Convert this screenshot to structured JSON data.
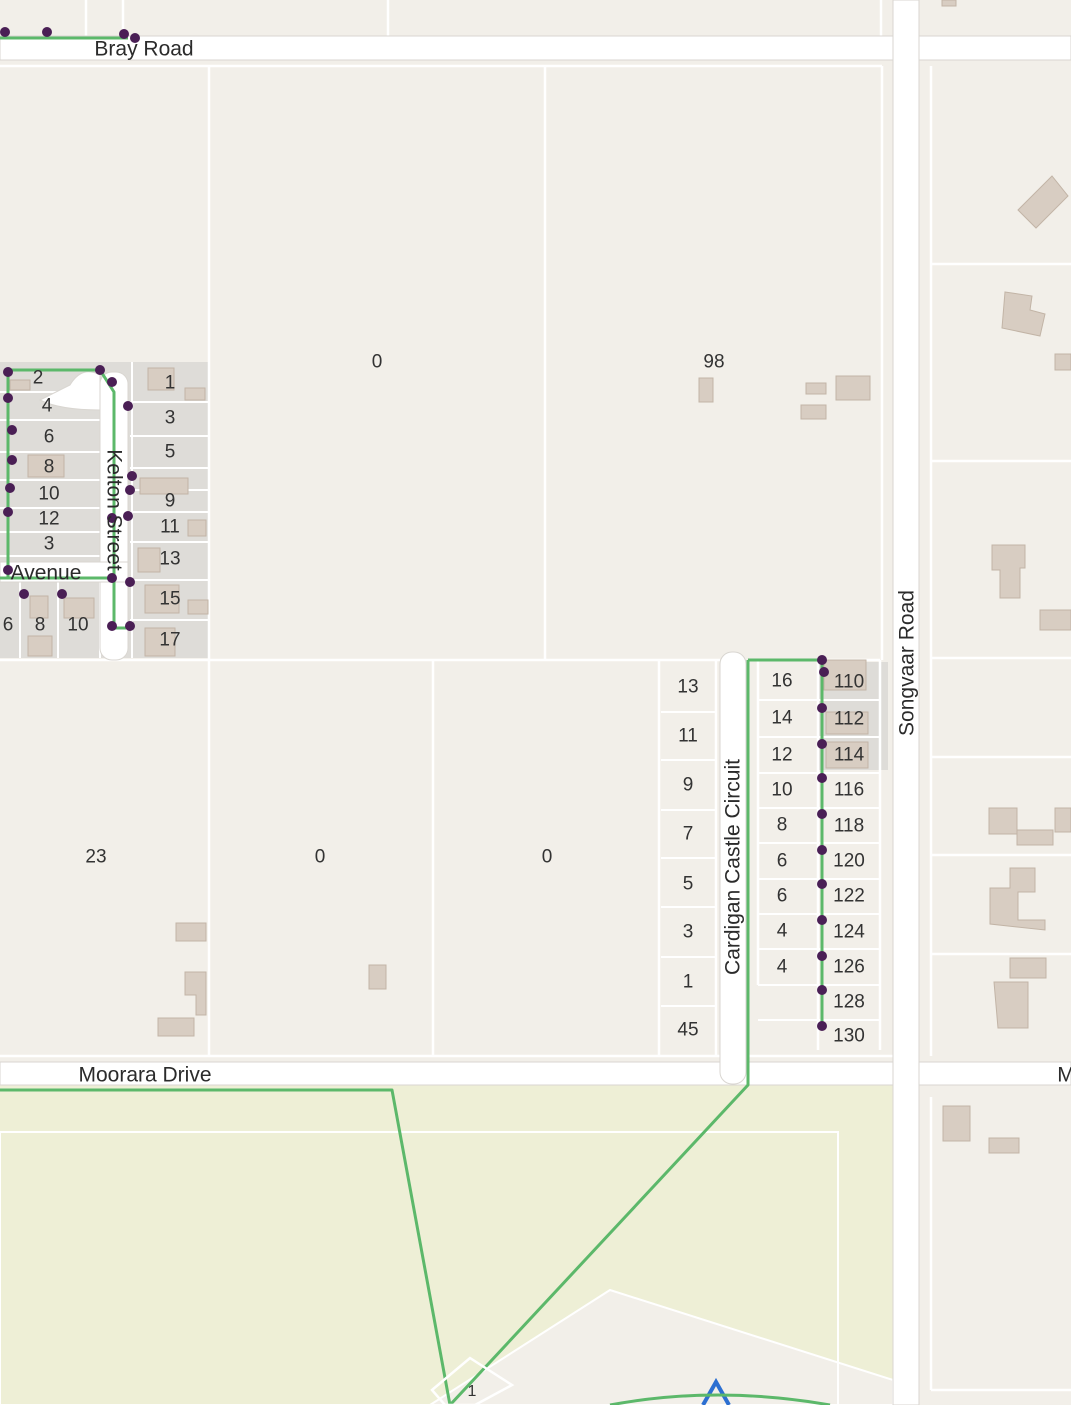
{
  "roads": {
    "bray": "Bray Road",
    "moorara": "Moorara Drive",
    "songvaar": "Songvaar Road",
    "cardigan": "Cardigan Castle Circuit",
    "kelton": "Kelton Street",
    "avenue": "Avenue",
    "edge_m": "M"
  },
  "lots": {
    "big_0a": "0",
    "big_98": "98",
    "big_23": "23",
    "big_0b": "0",
    "big_0c": "0",
    "kelton_west": [
      "2",
      "4",
      "6",
      "8",
      "10",
      "12",
      "3"
    ],
    "kelton_east": [
      "1",
      "3",
      "5",
      "9",
      "11",
      "13",
      "15",
      "17"
    ],
    "avenue_south": [
      "6",
      "8",
      "10"
    ],
    "cardigan_west": [
      "13",
      "11",
      "9",
      "7",
      "5",
      "3",
      "1",
      "45"
    ],
    "cardigan_east": [
      "16",
      "14",
      "12",
      "10",
      "8",
      "6",
      "6",
      "4",
      "4"
    ],
    "songvaar_west": [
      "110",
      "112",
      "114",
      "116",
      "118",
      "120",
      "122",
      "124",
      "126",
      "128",
      "130"
    ],
    "park_lot": "1"
  },
  "colors": {
    "land": "#f2efe9",
    "road": "#ffffff",
    "lot_line": "#ffffff",
    "building": "#d8cdc2",
    "building_edge": "#c2b4a6",
    "park": "#eeefd6",
    "network_line": "#5cb86a",
    "node": "#4a1f55",
    "marker": "#2c6fd1",
    "grey_lot": "#dedcd8"
  },
  "icons": {
    "network_node": "purple-dot-icon",
    "site_marker": "blue-triangle-icon"
  }
}
